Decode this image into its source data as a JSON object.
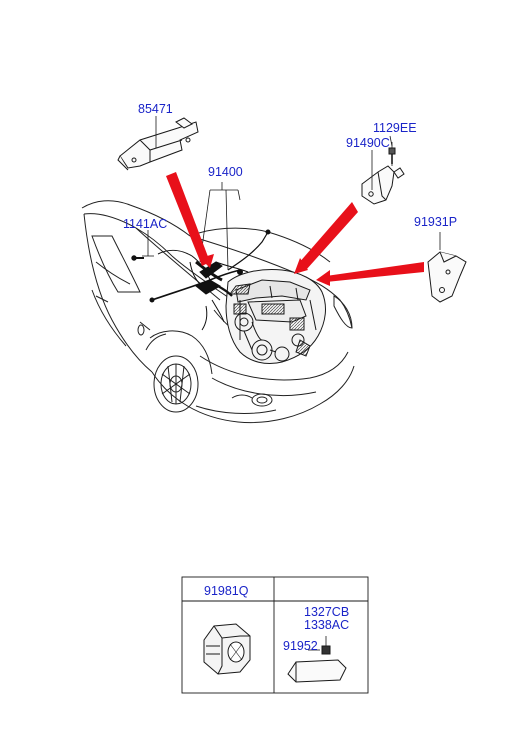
{
  "callouts": {
    "p85471": "85471",
    "p91400": "91400",
    "p1141AC": "1141AC",
    "p1129EE": "1129EE",
    "p91490C": "91490C",
    "p91931P": "91931P"
  },
  "table": {
    "col1_header": "91981Q",
    "col2_header": "",
    "parts": [
      "1327CB",
      "1338AC",
      "91952"
    ]
  },
  "colors": {
    "label": "#1a24c8",
    "arrow": "#e8101a",
    "line": "#1a1a1a"
  }
}
